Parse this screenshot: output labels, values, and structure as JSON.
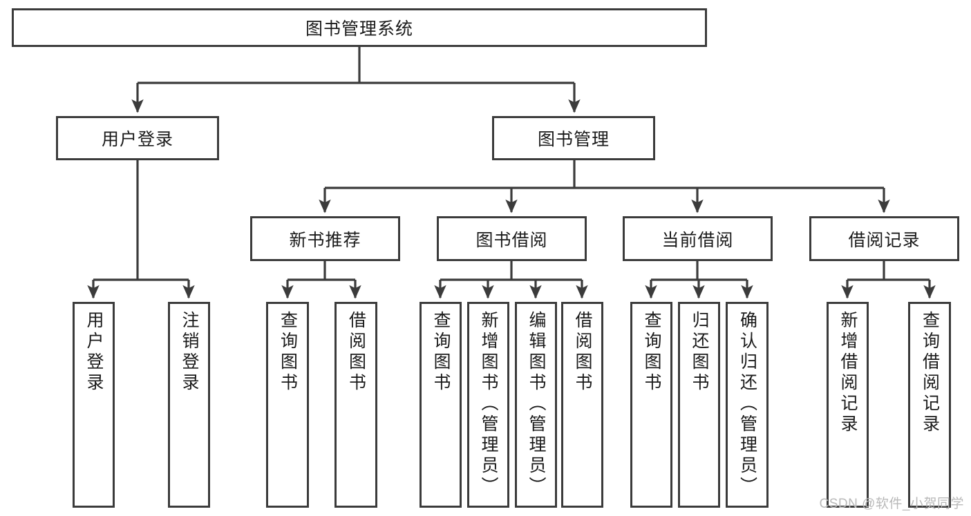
{
  "diagram": {
    "type": "tree",
    "title": "图书管理系统",
    "watermark": "CSDN @软件_小贺同学",
    "colors": {
      "box_border": "#3b3b3b",
      "box_fill": "#ffffff",
      "edge": "#3b3b3b",
      "text": "#1a1a1a",
      "watermark": "#b9b9b9",
      "background": "#ffffff"
    },
    "nodes": {
      "root": {
        "label": "图书管理系统"
      },
      "level1": [
        {
          "id": "user_login",
          "label": "用户登录"
        },
        {
          "id": "book_manage",
          "label": "图书管理"
        }
      ],
      "level2": [
        {
          "id": "new_book_rec",
          "label": "新书推荐"
        },
        {
          "id": "book_borrow",
          "label": "图书借阅"
        },
        {
          "id": "current_borrow",
          "label": "当前借阅"
        },
        {
          "id": "borrow_record",
          "label": "借阅记录"
        }
      ],
      "leaves": {
        "user_login": [
          {
            "id": "leaf_user_login",
            "label": "用户登录"
          },
          {
            "id": "leaf_logout",
            "label": "注销登录"
          }
        ],
        "new_book_rec": [
          {
            "id": "leaf_query_book_1",
            "label": "查询图书"
          },
          {
            "id": "leaf_borrow_book_1",
            "label": "借阅图书"
          }
        ],
        "book_borrow": [
          {
            "id": "leaf_query_book_2",
            "label": "查询图书"
          },
          {
            "id": "leaf_add_book",
            "label": "新增图书（管理员）"
          },
          {
            "id": "leaf_edit_book",
            "label": "编辑图书（管理员）"
          },
          {
            "id": "leaf_borrow_book_2",
            "label": "借阅图书"
          }
        ],
        "current_borrow": [
          {
            "id": "leaf_query_book_3",
            "label": "查询图书"
          },
          {
            "id": "leaf_return_book",
            "label": "归还图书"
          },
          {
            "id": "leaf_confirm_return",
            "label": "确认归还（管理员）"
          }
        ],
        "borrow_record": [
          {
            "id": "leaf_add_record",
            "label": "新增借阅记录"
          },
          {
            "id": "leaf_query_record",
            "label": "查询借阅记录"
          }
        ]
      }
    }
  }
}
